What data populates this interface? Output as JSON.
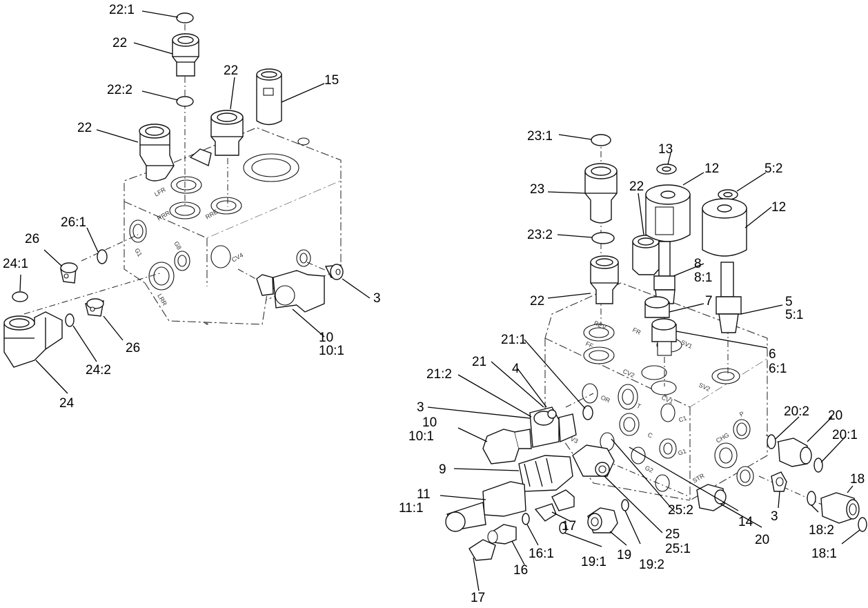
{
  "callouts": {
    "l_22_1": "22:1",
    "l_22a": "22",
    "l_22_2": "22:2",
    "l_22b": "22",
    "l_15": "15",
    "l_22c": "22",
    "l_26_1": "26:1",
    "l_26a": "26",
    "l_24_1": "24:1",
    "l_3a": "3",
    "l_10a": "10",
    "l_10_1a": "10:1",
    "l_26b": "26",
    "l_24_2": "24:2",
    "l_24": "24",
    "l_23_1": "23:1",
    "l_13": "13",
    "l_12a": "12",
    "l_5_2": "5:2",
    "l_23": "23",
    "l_22d": "22",
    "l_12b": "12",
    "l_23_2": "23:2",
    "l_8": "8",
    "l_8_1": "8:1",
    "l_22e": "22",
    "l_7": "7",
    "l_5": "5",
    "l_5_1": "5:1",
    "l_21_1": "21:1",
    "l_6": "6",
    "l_6_1": "6:1",
    "l_21": "21",
    "l_4": "4",
    "l_21_2": "21:2",
    "l_3b": "3",
    "l_10b": "10",
    "l_10_1b": "10:1",
    "l_20_2": "20:2",
    "l_20a": "20",
    "l_20_1": "20:1",
    "l_9": "9",
    "l_18": "18",
    "l_11": "11",
    "l_11_1": "11:1",
    "l_3c": "3",
    "l_25_2": "25:2",
    "l_14": "14",
    "l_18_2": "18:2",
    "l_25": "25",
    "l_25_1": "25:1",
    "l_20b": "20",
    "l_17a": "17",
    "l_16_1": "16:1",
    "l_19_1": "19:1",
    "l_19": "19",
    "l_19_2": "19:2",
    "l_18_1": "18:1",
    "l_16": "16",
    "l_17b": "17"
  },
  "port_markings": {
    "left_block": {
      "rrr": "RRR",
      "rre": "RRE",
      "lfr": "LFR",
      "lrr": "LRR",
      "g1": "G1",
      "g8": "G8",
      "cv4": "CV4"
    },
    "right_block": {
      "rev": "REV",
      "ff": "FF",
      "fr": "FR",
      "cv1": "CV1",
      "cv2": "CV2",
      "sv1": "SV1",
      "sv2": "SV2",
      "or": "OR",
      "t": "T",
      "c1": "C1",
      "c": "C",
      "g1": "G1",
      "g2": "G2",
      "chg": "CHG",
      "str": "STR",
      "p": "P",
      "v3": "V3"
    }
  }
}
